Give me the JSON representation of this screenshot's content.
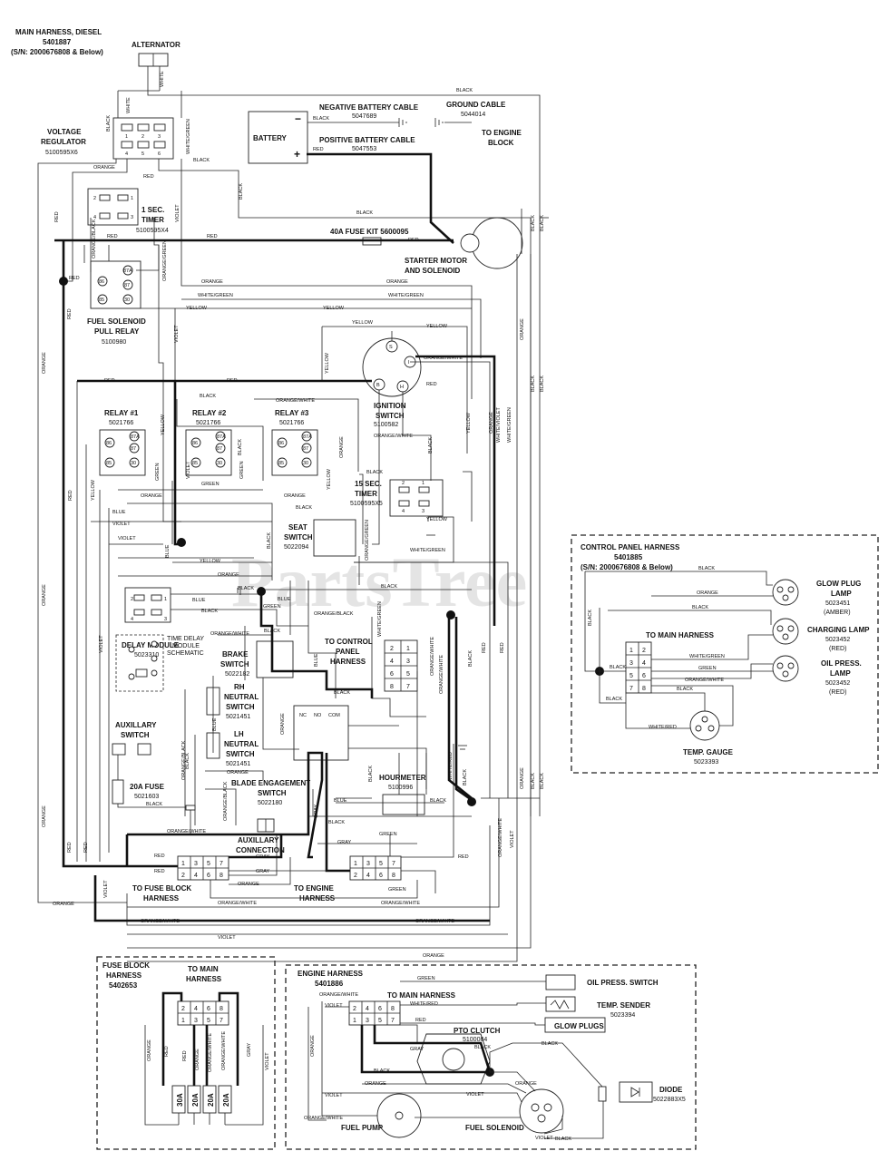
{
  "title": {
    "line1": "MAIN HARNESS, DIESEL",
    "line2": "5401887",
    "line3": "(S/N: 2000676808 & Below)"
  },
  "watermark": "PartsTree",
  "components": {
    "alternator": "ALTERNATOR",
    "voltage_regulator": [
      "VOLTAGE",
      "REGULATOR",
      "5100595X6"
    ],
    "battery": "BATTERY",
    "neg_cable": [
      "NEGATIVE BATTERY CABLE",
      "5047689"
    ],
    "pos_cable": [
      "POSITIVE BATTERY CABLE",
      "5047553"
    ],
    "ground_cable": [
      "GROUND CABLE",
      "5044014"
    ],
    "to_engine_block": [
      "TO ENGINE",
      "BLOCK"
    ],
    "timer_1sec": [
      "1 SEC.",
      "TIMER",
      "5100595X4"
    ],
    "fuse_kit": "40A FUSE KIT 5600095",
    "starter": [
      "STARTER MOTOR",
      "AND SOLENOID"
    ],
    "fuel_relay": [
      "FUEL SOLENOID",
      "PULL RELAY",
      "5100980"
    ],
    "ignition": [
      "IGNITION",
      "SWITCH",
      "5100582"
    ],
    "relay1": [
      "RELAY #1",
      "5021766"
    ],
    "relay2": [
      "RELAY #2",
      "5021766"
    ],
    "relay3": [
      "RELAY #3",
      "5021766"
    ],
    "timer_15sec": [
      "15 SEC.",
      "TIMER",
      "5100595X5"
    ],
    "seat_switch": [
      "SEAT",
      "SWITCH",
      "5022094"
    ],
    "delay_module": [
      "DELAY MODULE",
      "5023310"
    ],
    "time_delay_schematic": [
      "TIME DELAY",
      "MODULE",
      "SCHEMATIC"
    ],
    "brake_switch": [
      "BRAKE",
      "SWITCH",
      "5022182"
    ],
    "rh_neutral": [
      "RH",
      "NEUTRAL",
      "SWITCH",
      "5021451"
    ],
    "lh_neutral": [
      "LH",
      "NEUTRAL",
      "SWITCH",
      "5021451"
    ],
    "to_control_panel": [
      "TO CONTROL",
      "PANEL",
      "HARNESS"
    ],
    "aux_switch": [
      "AUXILLARY",
      "SWITCH"
    ],
    "fuse_20a": [
      "20A FUSE",
      "5021603"
    ],
    "blade_switch": [
      "BLADE ENGAGEMENT",
      "SWITCH",
      "5022180"
    ],
    "hourmeter": [
      "HOURMETER",
      "5100996"
    ],
    "aux_connection": [
      "AUXILLARY",
      "CONNECTION"
    ],
    "to_fuse_block": [
      "TO FUSE BLOCK",
      "HARNESS"
    ],
    "to_engine_harness": [
      "TO ENGINE",
      "HARNESS"
    ]
  },
  "control_panel": {
    "title": [
      "CONTROL PANEL HARNESS",
      "5401885",
      "(S/N: 2000676808 & Below)"
    ],
    "to_main": "TO MAIN HARNESS",
    "glow_lamp": [
      "GLOW PLUG",
      "LAMP",
      "5023451",
      "(AMBER)"
    ],
    "charging_lamp": [
      "CHARGING LAMP",
      "5023452",
      "(RED)"
    ],
    "oil_lamp": [
      "OIL PRESS.",
      "LAMP",
      "5023452",
      "(RED)"
    ],
    "temp_gauge": [
      "TEMP. GAUGE",
      "5023393"
    ]
  },
  "fuse_block": {
    "title": [
      "FUSE BLOCK",
      "HARNESS",
      "5402653"
    ],
    "to_main": [
      "TO MAIN",
      "HARNESS"
    ],
    "fuses": [
      "30A",
      "20A",
      "20A",
      "20A"
    ]
  },
  "engine_harness": {
    "title": [
      "ENGINE HARNESS",
      "5401886"
    ],
    "to_main": "TO MAIN HARNESS",
    "oil_switch": "OIL PRESS. SWITCH",
    "temp_sender": [
      "TEMP. SENDER",
      "5023394"
    ],
    "glow_plugs": "GLOW PLUGS",
    "pto_clutch": [
      "PTO CLUTCH",
      "5100084"
    ],
    "diode": [
      "DIODE",
      "5022883X5"
    ],
    "fuel_pump": "FUEL PUMP",
    "fuel_solenoid": "FUEL SOLENOID"
  },
  "wire_colors": {
    "black": "BLACK",
    "white": "WHITE",
    "red": "RED",
    "orange": "ORANGE",
    "violet": "VIOLET",
    "yellow": "YELLOW",
    "green": "GREEN",
    "blue": "BLUE",
    "gray": "GRAY",
    "white_green": "WHITE/GREEN",
    "orange_white": "ORANGE/WHITE",
    "orange_black": "ORANGE/BLACK",
    "orange_green": "ORANGE/GREEN",
    "white_red": "WHITE/RED",
    "white_violet": "WHITE/VIOLET"
  },
  "pins": {
    "p1": "1",
    "p2": "2",
    "p3": "3",
    "p4": "4",
    "p5": "5",
    "p6": "6",
    "p7": "7",
    "p8": "8",
    "relay_30": "30",
    "relay_85": "85",
    "relay_86": "86",
    "relay_87": "87",
    "relay_87a": "87A",
    "ign_s": "S",
    "ign_b": "B",
    "ign_h": "H",
    "ign_i": "I",
    "nc": "NC",
    "no": "NO",
    "com": "COM"
  }
}
